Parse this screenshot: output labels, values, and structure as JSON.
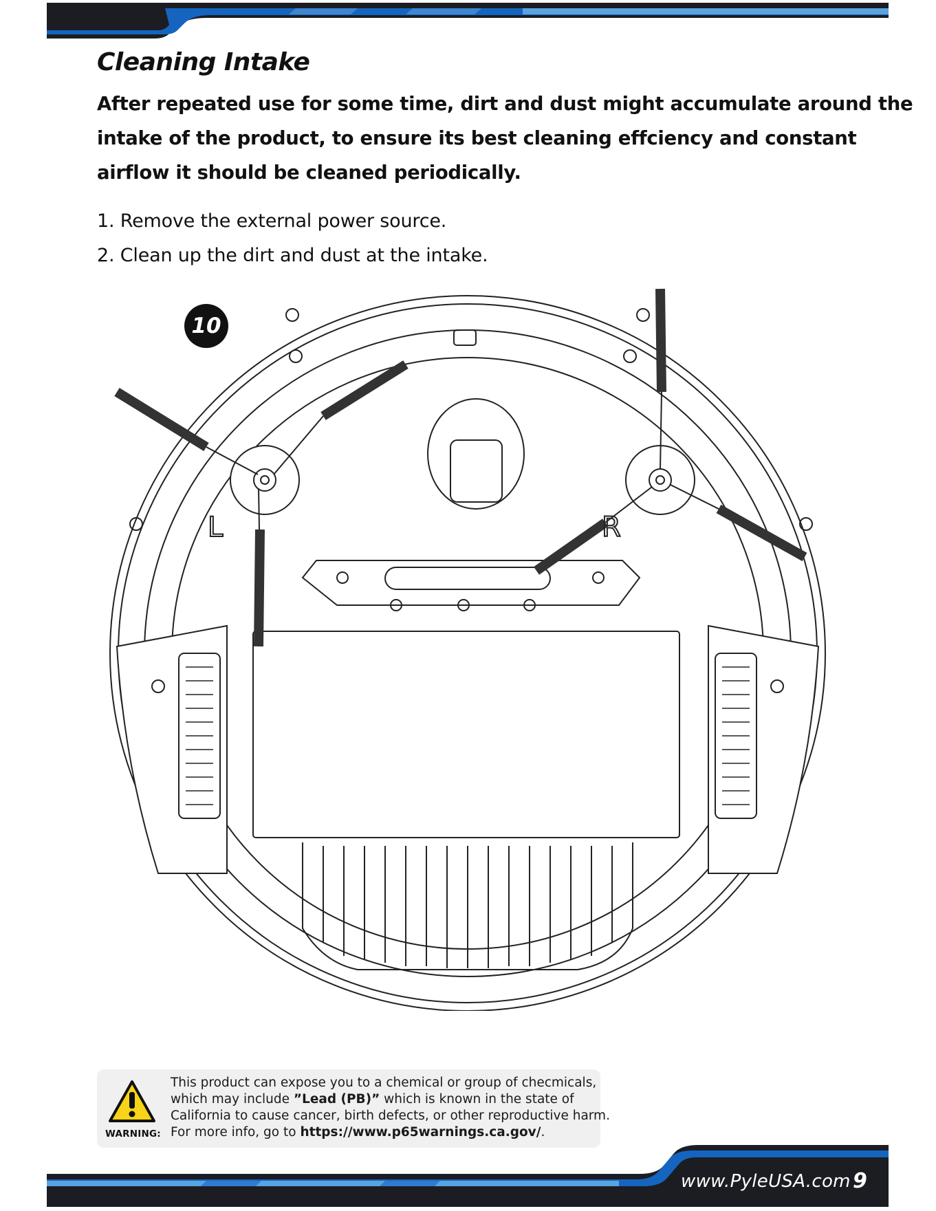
{
  "page": {
    "title": "Cleaning Intake",
    "intro_lines": [
      "After repeated use for some time, dirt and dust might accumulate around the",
      "intake of the product, to ensure its best cleaning effciency and constant",
      "airflow it should be cleaned periodically."
    ],
    "steps": [
      "1. Remove the external power source.",
      "2. Clean up the dirt and dust at the intake."
    ]
  },
  "figure": {
    "badge": "10",
    "left_label": "L",
    "right_label": "R"
  },
  "warning": {
    "label": "WARNING:",
    "line1": "This product can expose you to a chemical or group of checmicals,",
    "line2_pre": "which may include ",
    "line2_bold": "”Lead (PB)”",
    "line2_post": " which is known in the state of",
    "line3": "California to cause cancer, birth defects, or other reproductive harm.",
    "line4_pre": "For more info, go to ",
    "line4_bold": "https://www.p65warnings.ca.gov/",
    "line4_post": "."
  },
  "footer": {
    "website": "www.PyleUSA.com",
    "page_number": "9"
  },
  "colors": {
    "bar_dark": "#1b1d22",
    "bar_blue": "#1565c0",
    "bar_light_blue": "#5aa3e0",
    "warning_yellow": "#f7d417"
  }
}
